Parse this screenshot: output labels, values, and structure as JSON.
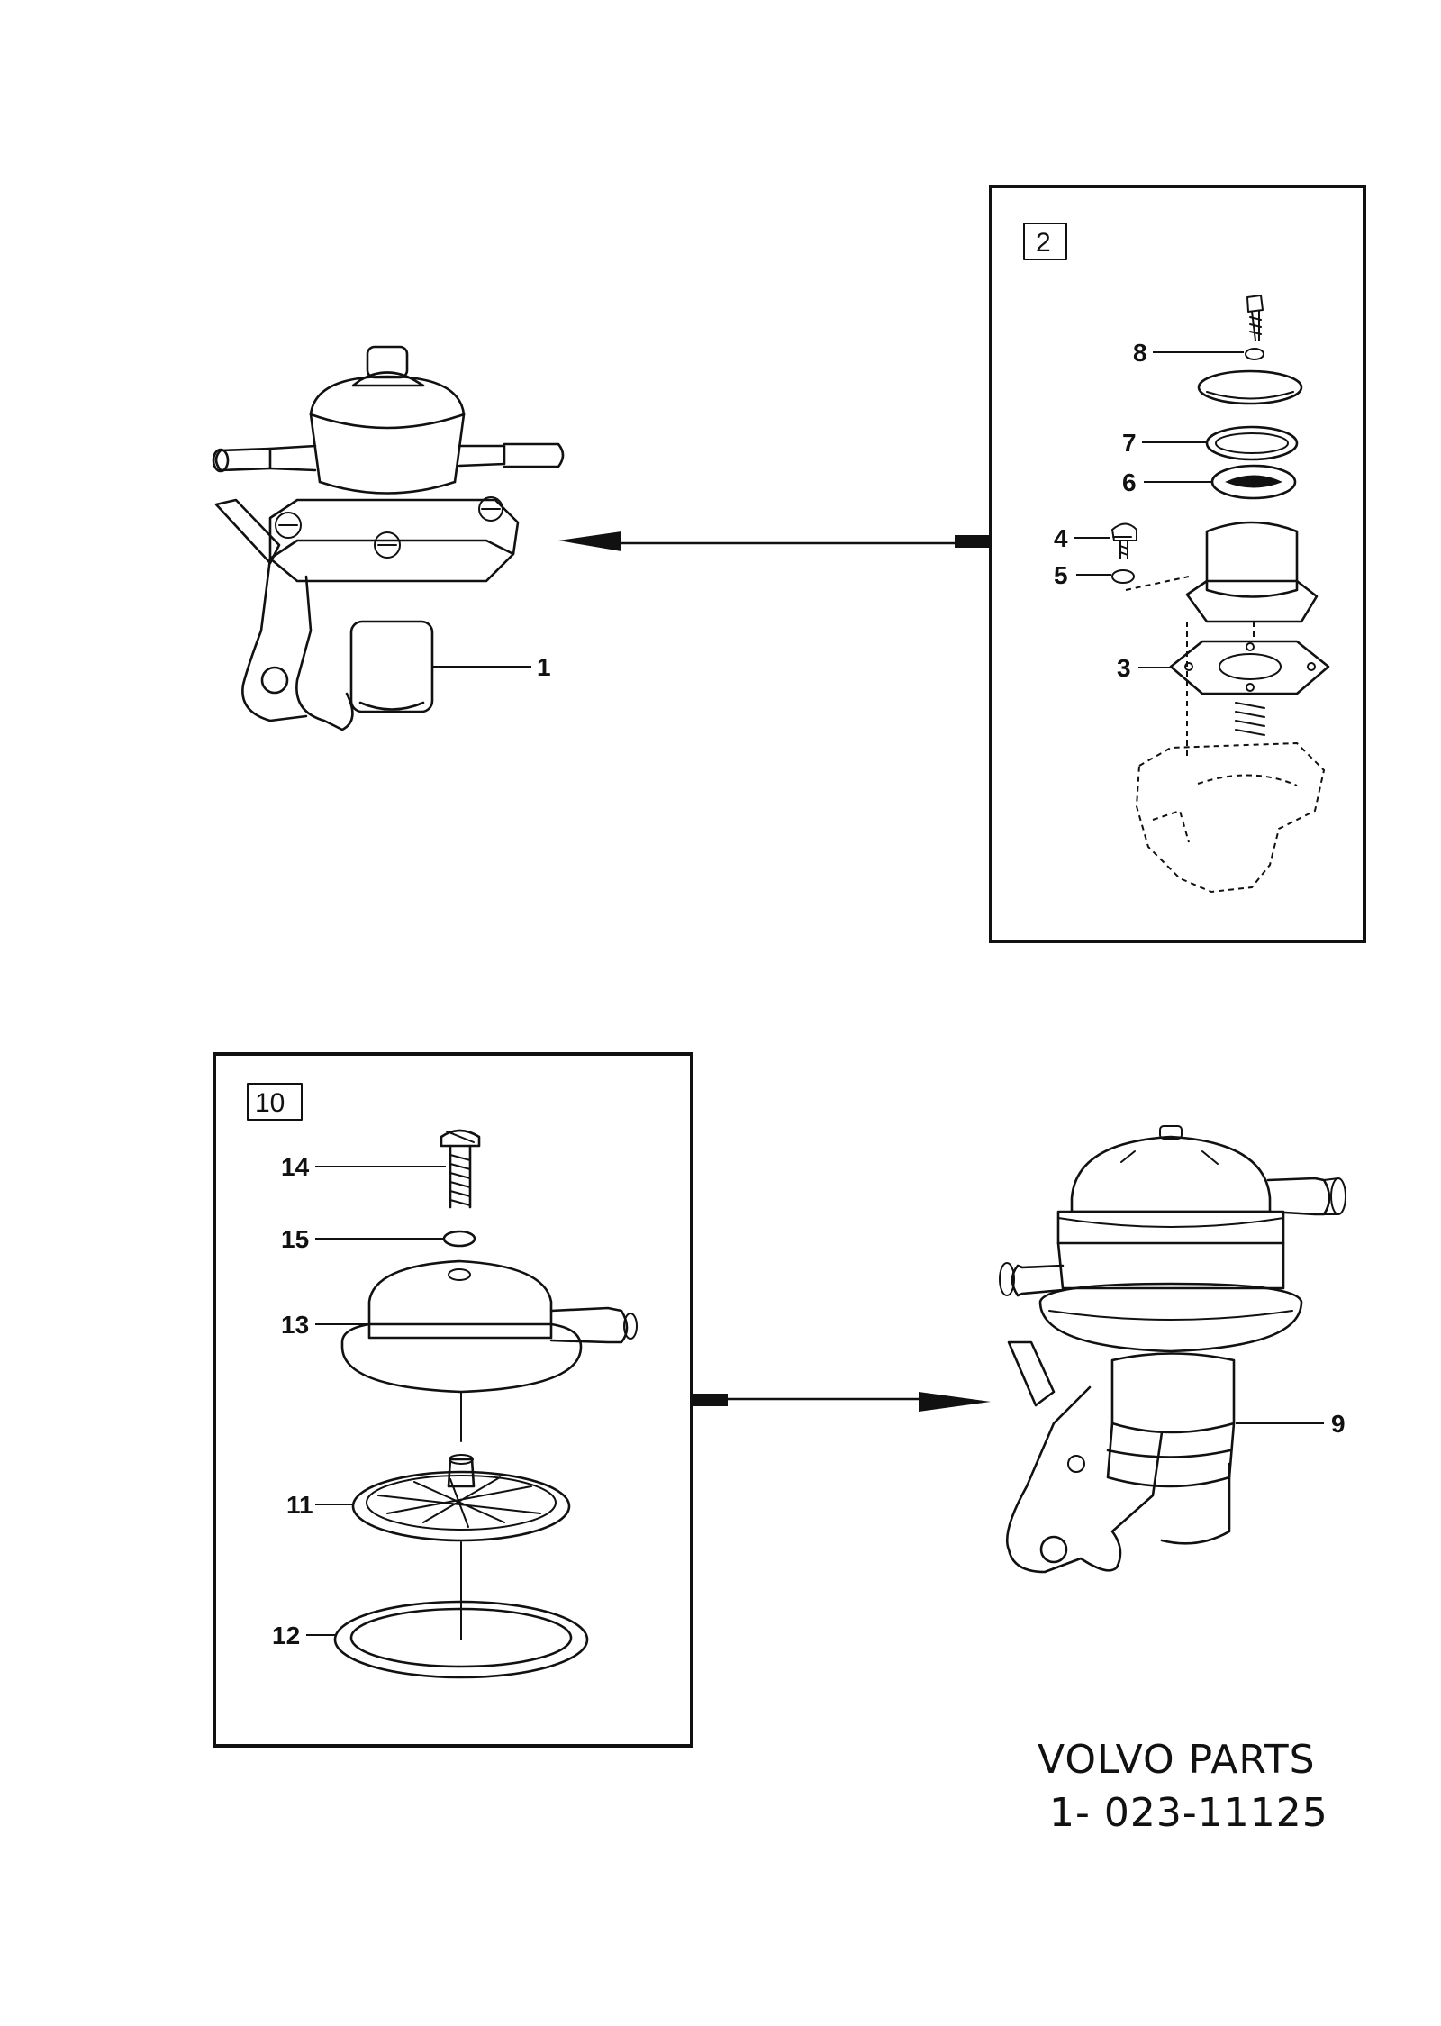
{
  "callouts": {
    "c1": "1",
    "c2": "2",
    "c3": "3",
    "c4": "4",
    "c5": "5",
    "c6": "6",
    "c7": "7",
    "c8": "8",
    "c9": "9",
    "c10": "10",
    "c11": "11",
    "c12": "12",
    "c13": "13",
    "c14": "14",
    "c15": "15"
  },
  "footer": {
    "brand": "VOLVO PARTS",
    "drawing_number": "1- 023-11125"
  }
}
